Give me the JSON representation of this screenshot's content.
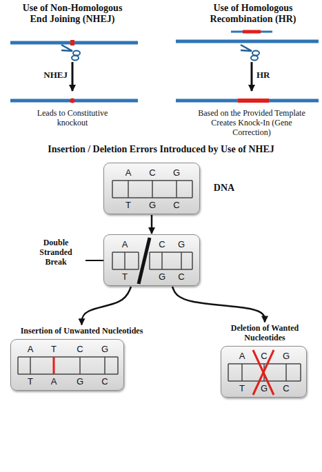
{
  "diagram": {
    "title": "Insertion / Deletion Errors Introduced by Use of NHEJ",
    "nodes": [
      {
        "text": [
          "A",
          "C",
          "G",
          "T",
          "G",
          "C"
        ]
      },
      {
        "text": [
          "A",
          "C",
          "G",
          "T",
          "G",
          "C"
        ]
      },
      {
        "text": [
          "Insertion of Unwanted Nucleotides",
          "A",
          "T",
          "C",
          "G",
          "T",
          "A",
          "G",
          "C"
        ]
      },
      {
        "text": [
          "Deletion of Wanted Nucleotides",
          "A",
          "C",
          "G",
          "T",
          "G",
          "C"
        ]
      }
    ],
    "edges": [
      {
        "from": 0,
        "to": 1,
        "arrow": "to"
      },
      {
        "from": 1,
        "to": 2,
        "arrow": "to"
      },
      {
        "from": 1,
        "to": 3,
        "arrow": "to"
      }
    ],
    "labels": [
      "Use of Non-Homologous End Joining (NHEJ)",
      "Use of Homologous Recombination (HR)",
      "NHEJ",
      "HR",
      "Leads to Constitutive knockout",
      "Based on the Provided Template Creates Knock-In (Gene Correction)",
      "DNA",
      "Double Stranded Break"
    ]
  }
}
